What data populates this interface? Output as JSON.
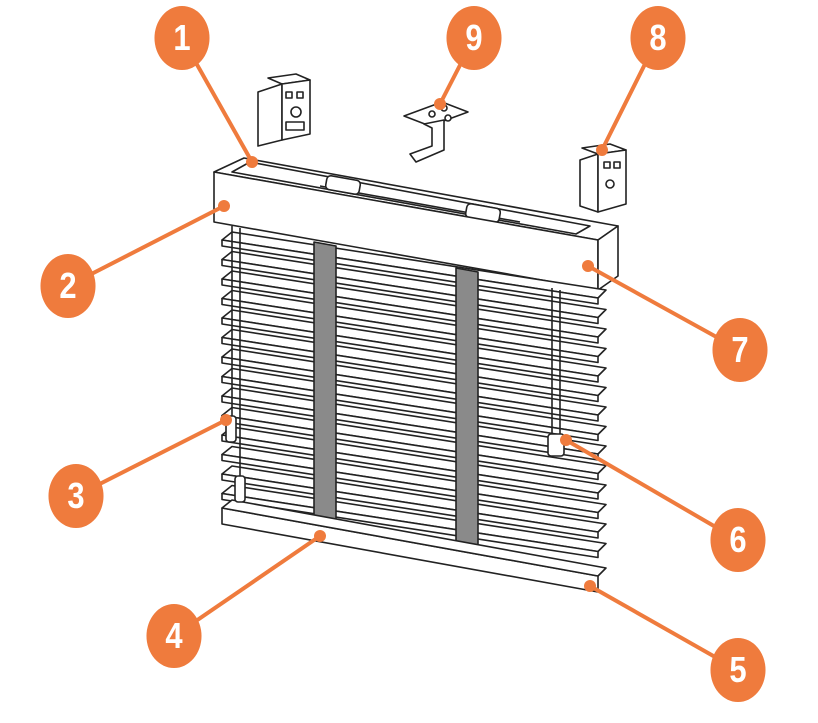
{
  "colors": {
    "accent": "#ef7b3d",
    "outline": "#222222",
    "ladder_tape": "#8a8a8a",
    "slat_fill": "#ffffff"
  },
  "diagram": {
    "subject": "wooden venetian blind parts",
    "callouts": [
      {
        "label": "1",
        "part": "headrail-interior"
      },
      {
        "label": "2",
        "part": "headrail-pelmet-left"
      },
      {
        "label": "3",
        "part": "left-tilt-cord-acorn"
      },
      {
        "label": "4",
        "part": "ladder-tape"
      },
      {
        "label": "5",
        "part": "bottom-rail"
      },
      {
        "label": "6",
        "part": "right-lift-cord-acorn"
      },
      {
        "label": "7",
        "part": "headrail-pelmet-right"
      },
      {
        "label": "8",
        "part": "end-bracket-right"
      },
      {
        "label": "9",
        "part": "center-support-bracket"
      }
    ]
  }
}
